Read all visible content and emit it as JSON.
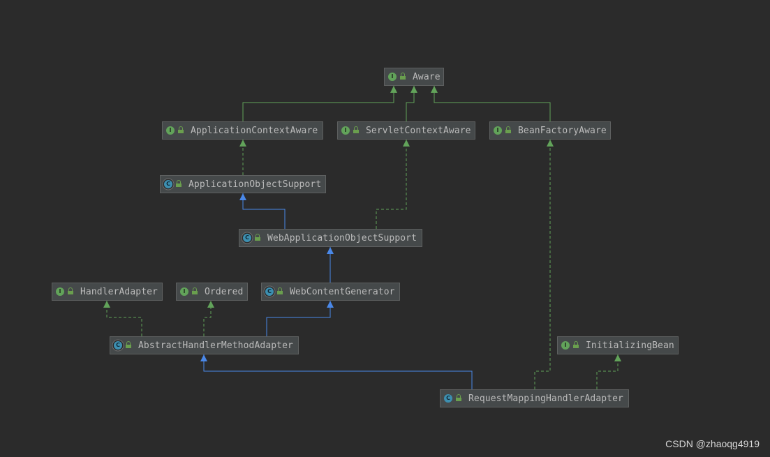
{
  "colors": {
    "background": "#2b2b2b",
    "node_fill": "#45494a",
    "node_border": "#5e6060",
    "implements_edge": "#62a35a",
    "extends_edge": "#4a88e8",
    "interface_badge": "#62a35a",
    "class_badge": "#3d8fb0"
  },
  "badges": {
    "interface": "I",
    "class": "C"
  },
  "nodes": {
    "aware": {
      "label": "Aware",
      "kind": "interface",
      "kind_icon": "interface-icon",
      "visibility_icon": "public-lock-icon"
    },
    "applicationContextAware": {
      "label": "ApplicationContextAware",
      "kind": "interface",
      "kind_icon": "interface-icon",
      "visibility_icon": "public-lock-icon"
    },
    "servletContextAware": {
      "label": "ServletContextAware",
      "kind": "interface",
      "kind_icon": "interface-icon",
      "visibility_icon": "public-lock-icon"
    },
    "beanFactoryAware": {
      "label": "BeanFactoryAware",
      "kind": "interface",
      "kind_icon": "interface-icon",
      "visibility_icon": "public-lock-icon"
    },
    "applicationObjectSupport": {
      "label": "ApplicationObjectSupport",
      "kind": "abstract-class",
      "kind_icon": "abstract-class-icon",
      "visibility_icon": "public-lock-icon"
    },
    "webApplicationObjectSupport": {
      "label": "WebApplicationObjectSupport",
      "kind": "abstract-class",
      "kind_icon": "abstract-class-icon",
      "visibility_icon": "public-lock-icon"
    },
    "handlerAdapter": {
      "label": "HandlerAdapter",
      "kind": "interface",
      "kind_icon": "interface-icon",
      "visibility_icon": "public-lock-icon"
    },
    "ordered": {
      "label": "Ordered",
      "kind": "interface",
      "kind_icon": "interface-icon",
      "visibility_icon": "public-lock-icon"
    },
    "webContentGenerator": {
      "label": "WebContentGenerator",
      "kind": "abstract-class",
      "kind_icon": "abstract-class-icon",
      "visibility_icon": "public-lock-icon"
    },
    "abstractHandlerMethodAdapter": {
      "label": "AbstractHandlerMethodAdapter",
      "kind": "abstract-class",
      "kind_icon": "abstract-class-icon",
      "visibility_icon": "public-lock-icon"
    },
    "initializingBean": {
      "label": "InitializingBean",
      "kind": "interface",
      "kind_icon": "interface-icon",
      "visibility_icon": "public-lock-icon"
    },
    "requestMappingHandlerAdapter": {
      "label": "RequestMappingHandlerAdapter",
      "kind": "class",
      "kind_icon": "class-icon",
      "visibility_icon": "public-lock-icon"
    }
  },
  "edges": [
    {
      "from": "applicationContextAware",
      "to": "aware",
      "relation": "extends-interface"
    },
    {
      "from": "servletContextAware",
      "to": "aware",
      "relation": "extends-interface"
    },
    {
      "from": "beanFactoryAware",
      "to": "aware",
      "relation": "extends-interface"
    },
    {
      "from": "applicationObjectSupport",
      "to": "applicationContextAware",
      "relation": "implements"
    },
    {
      "from": "webApplicationObjectSupport",
      "to": "applicationObjectSupport",
      "relation": "extends"
    },
    {
      "from": "webApplicationObjectSupport",
      "to": "servletContextAware",
      "relation": "implements"
    },
    {
      "from": "webContentGenerator",
      "to": "webApplicationObjectSupport",
      "relation": "extends"
    },
    {
      "from": "abstractHandlerMethodAdapter",
      "to": "handlerAdapter",
      "relation": "implements"
    },
    {
      "from": "abstractHandlerMethodAdapter",
      "to": "ordered",
      "relation": "implements"
    },
    {
      "from": "abstractHandlerMethodAdapter",
      "to": "webContentGenerator",
      "relation": "extends"
    },
    {
      "from": "requestMappingHandlerAdapter",
      "to": "abstractHandlerMethodAdapter",
      "relation": "extends"
    },
    {
      "from": "requestMappingHandlerAdapter",
      "to": "beanFactoryAware",
      "relation": "implements"
    },
    {
      "from": "requestMappingHandlerAdapter",
      "to": "initializingBean",
      "relation": "implements"
    }
  ],
  "watermark": "CSDN @zhaoqg4919"
}
